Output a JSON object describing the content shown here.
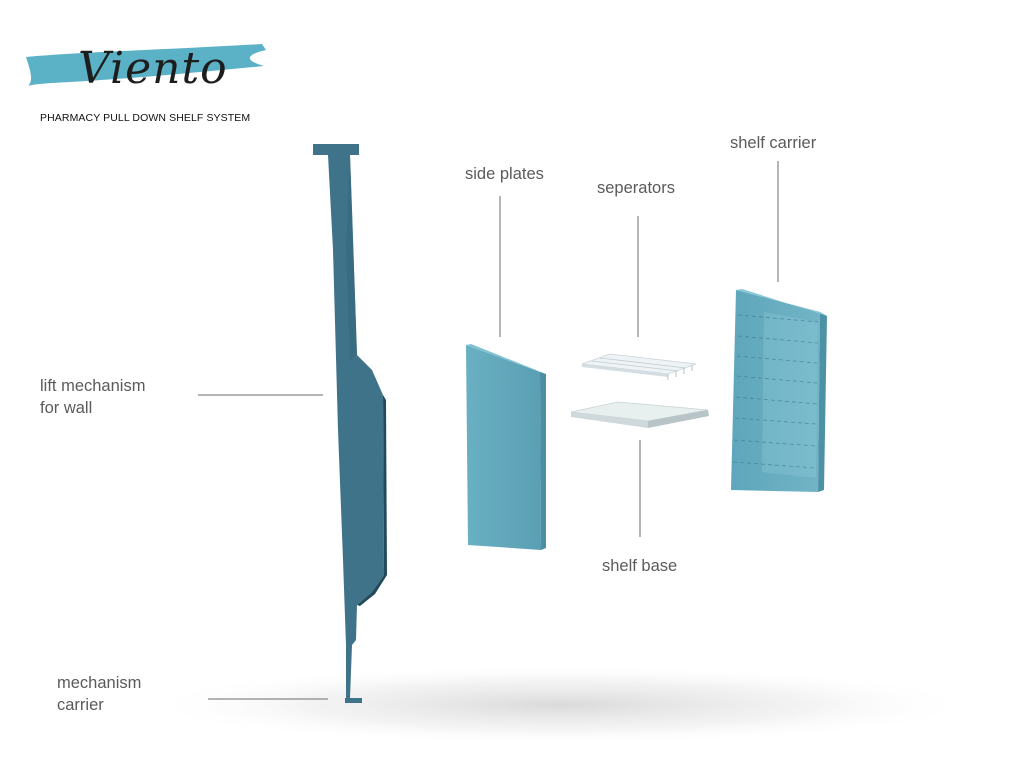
{
  "brand": {
    "name": "Viento",
    "subtitle": "PHARMACY PULL DOWN SHELF SYSTEM",
    "accent_color": "#5bb2c7"
  },
  "colors": {
    "mechanism": "#3f7389",
    "mechanism_dark": "#234a5b",
    "plate": "#63a9bd",
    "carrier": "#5aa3b9",
    "glass": "#e6eef1",
    "leader_line": "#6b6b6b"
  },
  "labels": {
    "lift_mechanism": [
      "lift mechanism",
      "for wall"
    ],
    "mechanism_carrier": [
      "mechanism",
      "carrier"
    ],
    "side_plates": "side plates",
    "seperators": "seperators",
    "shelf_carrier": "shelf carrier",
    "shelf_base": "shelf base"
  }
}
